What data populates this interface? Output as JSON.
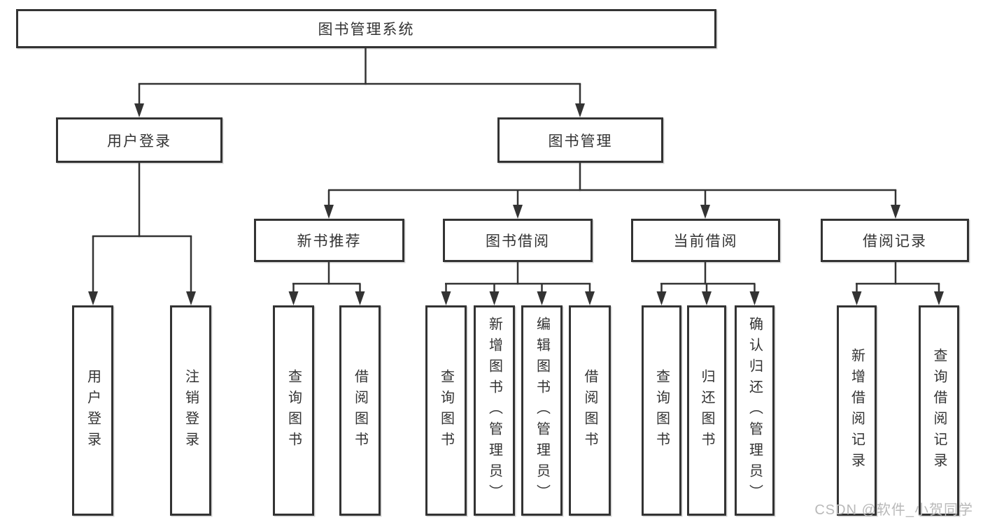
{
  "diagram_title": "图书管理系统",
  "tree": {
    "root": {
      "label": "图书管理系统",
      "children": [
        {
          "label": "用户登录",
          "children": [
            {
              "label": "用户登录"
            },
            {
              "label": "注销登录"
            }
          ]
        },
        {
          "label": "图书管理",
          "children": [
            {
              "label": "新书推荐",
              "children": [
                {
                  "label": "查询图书"
                },
                {
                  "label": "借阅图书"
                }
              ]
            },
            {
              "label": "图书借阅",
              "children": [
                {
                  "label": "查询图书"
                },
                {
                  "label": "新增图书（管理员）"
                },
                {
                  "label": "编辑图书（管理员）"
                },
                {
                  "label": "借阅图书"
                }
              ]
            },
            {
              "label": "当前借阅",
              "children": [
                {
                  "label": "查询图书"
                },
                {
                  "label": "归还图书"
                },
                {
                  "label": "确认归还（管理员）"
                }
              ]
            },
            {
              "label": "借阅记录",
              "children": [
                {
                  "label": "新增借阅记录"
                },
                {
                  "label": "查询借阅记录"
                }
              ]
            }
          ]
        }
      ]
    }
  },
  "watermark": {
    "text": "CSDN @软件_小贺同学"
  },
  "colors": {
    "line": "#333333",
    "box_border": "#333333",
    "box_fill": "#ffffff",
    "text": "#333333",
    "watermark": "#b9b9b9",
    "background": "#ffffff"
  }
}
